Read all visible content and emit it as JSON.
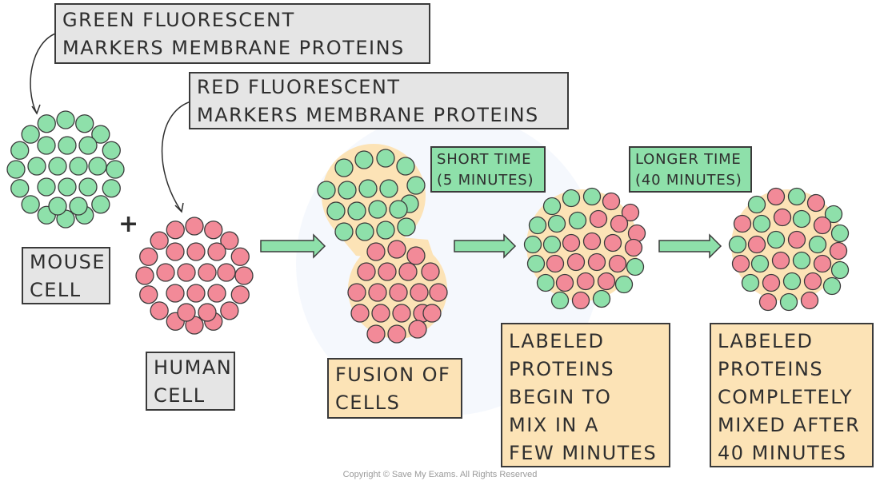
{
  "labels": {
    "green_marker": "GREEN FLUORESCENT\nMARKERS MEMBRANE PROTEINS",
    "red_marker": "RED FLUORESCENT\nMARKERS MEMBRANE PROTEINS",
    "mouse_cell": "MOUSE\nCELL",
    "human_cell": "HUMAN\nCELL",
    "fusion": "FUSION OF\nCELLS",
    "short_time": "SHORT TIME\n(5 MINUTES)",
    "longer_time": "LONGER TIME\n(40 MINUTES)",
    "begin_mix": "LABELED\nPROTEINS\nBEGIN TO\nMIX IN A\nFEW MINUTES",
    "fully_mixed": "LABELED\nPROTEINS\nCOMPLETELY\nMIXED AFTER\n40 MINUTES",
    "plus": "+",
    "copyright": "Copyright © Save My Exams. All Rights Reserved"
  },
  "colors": {
    "green_protein": "#8ee0aa",
    "red_protein": "#f28a98",
    "cell_cytoplasm": "#fce3b6",
    "arrow_fill": "#8ee0aa",
    "outline": "#3a3a3a",
    "label_grey": "#e5e5e5",
    "label_peach": "#fce3b6",
    "label_green": "#8ee0aa"
  }
}
